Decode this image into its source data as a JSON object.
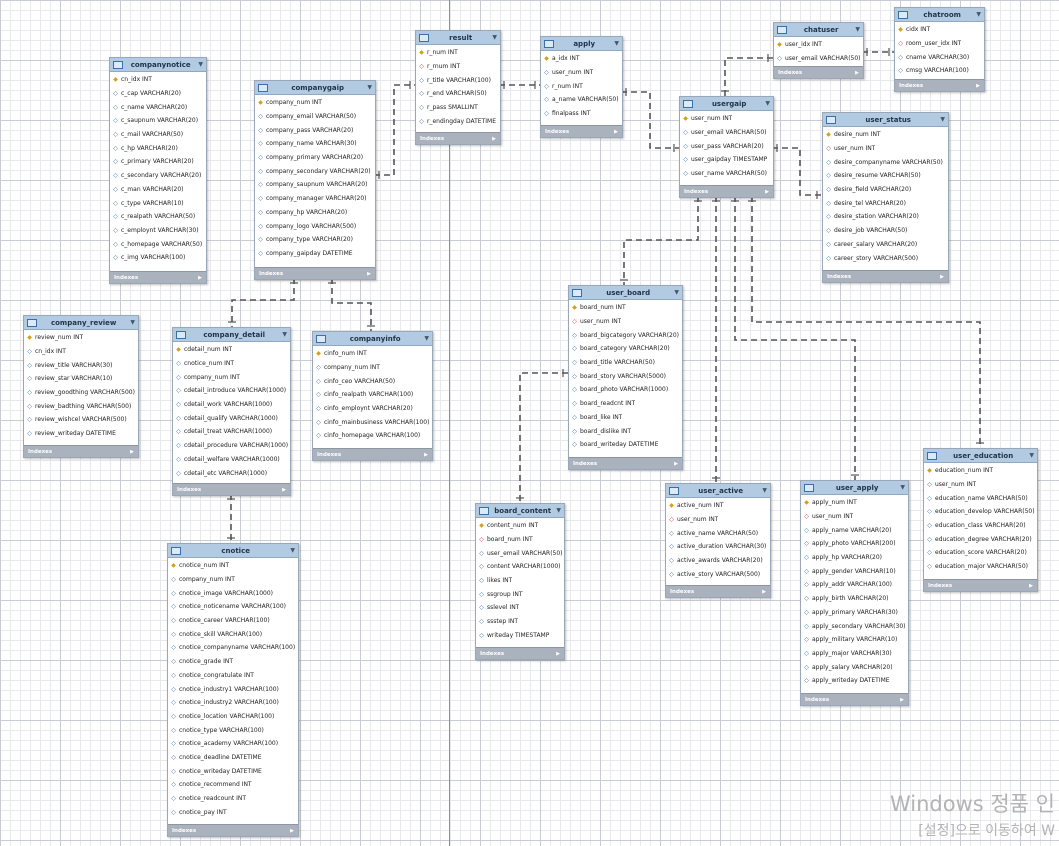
{
  "links_style": {
    "line_color": "#555555",
    "dash": "6,4"
  },
  "watermark": {
    "line1": "Windows 정품 인",
    "line2": "[설정]으로 이동하여 W"
  },
  "tables": [
    {
      "id": "companynotice",
      "name": "companynotice",
      "footer": "Indexes",
      "columns": [
        {
          "kind": "pk",
          "text": "cn_idx INT"
        },
        {
          "kind": "nn",
          "text": "c_cap VARCHAR(20)"
        },
        {
          "kind": "nn",
          "text": "c_name VARCHAR(20)"
        },
        {
          "kind": "nn",
          "text": "c_saupnum VARCHAR(20)"
        },
        {
          "kind": "nn",
          "text": "c_mail VARCHAR(50)"
        },
        {
          "kind": "nn",
          "text": "c_hp VARCHAR(20)"
        },
        {
          "kind": "nn",
          "text": "c_primary VARCHAR(20)"
        },
        {
          "kind": "nn",
          "text": "c_secondary VARCHAR(20)"
        },
        {
          "kind": "nn",
          "text": "c_man VARCHAR(20)"
        },
        {
          "kind": "nn",
          "text": "c_type VARCHAR(10)"
        },
        {
          "kind": "nn",
          "text": "c_realpath VARCHAR(50)"
        },
        {
          "kind": "nn",
          "text": "c_employnt VARCHAR(30)"
        },
        {
          "kind": "nn",
          "text": "c_homepage VARCHAR(50)"
        },
        {
          "kind": "nn",
          "text": "c_img VARCHAR(100)"
        }
      ]
    },
    {
      "id": "companygaip",
      "name": "companygaip",
      "footer": "Indexes",
      "columns": [
        {
          "kind": "pk",
          "text": "company_num INT"
        },
        {
          "kind": "nn",
          "text": "company_email VARCHAR(50)"
        },
        {
          "kind": "nn",
          "text": "company_pass VARCHAR(20)"
        },
        {
          "kind": "nn",
          "text": "company_name VARCHAR(30)"
        },
        {
          "kind": "nn",
          "text": "company_primary VARCHAR(20)"
        },
        {
          "kind": "nn",
          "text": "company_secondary VARCHAR(20)"
        },
        {
          "kind": "nn",
          "text": "company_saupnum VARCHAR(20)"
        },
        {
          "kind": "nn",
          "text": "company_manager VARCHAR(20)"
        },
        {
          "kind": "nn",
          "text": "company_hp VARCHAR(20)"
        },
        {
          "kind": "nn",
          "text": "company_logo VARCHAR(500)"
        },
        {
          "kind": "nn",
          "text": "company_type VARCHAR(20)"
        },
        {
          "kind": "nn",
          "text": "company_gaipday DATETIME"
        }
      ]
    },
    {
      "id": "result",
      "name": "result",
      "footer": "Indexes",
      "columns": [
        {
          "kind": "pk",
          "text": "r_num INT"
        },
        {
          "kind": "fk",
          "text": "r_rnum INT"
        },
        {
          "kind": "nn",
          "text": "r_title VARCHAR(100)"
        },
        {
          "kind": "nn",
          "text": "r_end VARCHAR(50)"
        },
        {
          "kind": "nn",
          "text": "r_pass SMALLINT"
        },
        {
          "kind": "nn",
          "text": "r_endingday DATETIME"
        }
      ]
    },
    {
      "id": "apply",
      "name": "apply",
      "footer": "Indexes",
      "columns": [
        {
          "kind": "pk",
          "text": "a_idx INT"
        },
        {
          "kind": "nn",
          "text": "user_num INT"
        },
        {
          "kind": "nn",
          "text": "r_num INT"
        },
        {
          "kind": "nn",
          "text": "a_name VARCHAR(50)"
        },
        {
          "kind": "nn",
          "text": "finalpass INT"
        }
      ]
    },
    {
      "id": "chatuser",
      "name": "chatuser",
      "footer": "Indexes",
      "columns": [
        {
          "kind": "pk",
          "text": "user_idx INT"
        },
        {
          "kind": "nn",
          "text": "user_email VARCHAR(50)"
        }
      ]
    },
    {
      "id": "chatroom",
      "name": "chatroom",
      "footer": "Indexes",
      "columns": [
        {
          "kind": "pk",
          "text": "cidx INT"
        },
        {
          "kind": "fk",
          "text": "room_user_idx INT"
        },
        {
          "kind": "nn",
          "text": "cname VARCHAR(30)"
        },
        {
          "kind": "nn",
          "text": "cmsg VARCHAR(100)"
        }
      ]
    },
    {
      "id": "usergaip",
      "name": "usergaip",
      "footer": "Indexes",
      "columns": [
        {
          "kind": "pk",
          "text": "user_num INT"
        },
        {
          "kind": "nn",
          "text": "user_email VARCHAR(50)"
        },
        {
          "kind": "nn",
          "text": "user_pass VARCHAR(20)"
        },
        {
          "kind": "nn",
          "text": "user_gaipday TIMESTAMP"
        },
        {
          "kind": "nn",
          "text": "user_name VARCHAR(50)"
        }
      ]
    },
    {
      "id": "user_status",
      "name": "user_status",
      "footer": "Indexes",
      "columns": [
        {
          "kind": "pk",
          "text": "desire_num INT"
        },
        {
          "kind": "fk",
          "text": "user_num INT"
        },
        {
          "kind": "nn",
          "text": "desire_companyname VARCHAR(50)"
        },
        {
          "kind": "nn",
          "text": "desire_resume VARCHAR(50)"
        },
        {
          "kind": "nn",
          "text": "desire_field VARCHAR(20)"
        },
        {
          "kind": "nn",
          "text": "desire_tel VARCHAR(20)"
        },
        {
          "kind": "nn",
          "text": "desire_station VARCHAR(20)"
        },
        {
          "kind": "nn",
          "text": "desire_job VARCHAR(50)"
        },
        {
          "kind": "nn",
          "text": "career_salary VARCHAR(20)"
        },
        {
          "kind": "nn",
          "text": "career_story VARCHAR(500)"
        }
      ]
    },
    {
      "id": "company_review",
      "name": "company_review",
      "footer": "Indexes",
      "columns": [
        {
          "kind": "pk",
          "text": "review_num INT"
        },
        {
          "kind": "nn",
          "text": "cn_idx INT"
        },
        {
          "kind": "nn",
          "text": "review_title VARCHAR(30)"
        },
        {
          "kind": "nn",
          "text": "review_star VARCHAR(10)"
        },
        {
          "kind": "nn",
          "text": "review_goodthing VARCHAR(500)"
        },
        {
          "kind": "nn",
          "text": "review_badthing VARCHAR(500)"
        },
        {
          "kind": "nn",
          "text": "review_wishcel VARCHAR(500)"
        },
        {
          "kind": "nn",
          "text": "review_writeday DATETIME"
        }
      ]
    },
    {
      "id": "company_detail",
      "name": "company_detail",
      "footer": "Indexes",
      "columns": [
        {
          "kind": "pk",
          "text": "cdetail_num INT"
        },
        {
          "kind": "nn",
          "text": "cnotice_num INT"
        },
        {
          "kind": "nn",
          "text": "company_num INT"
        },
        {
          "kind": "nn",
          "text": "cdetail_introduce VARCHAR(1000)"
        },
        {
          "kind": "nn",
          "text": "cdetail_work VARCHAR(1000)"
        },
        {
          "kind": "nn",
          "text": "cdetail_qualify VARCHAR(1000)"
        },
        {
          "kind": "nn",
          "text": "cdetail_treat VARCHAR(1000)"
        },
        {
          "kind": "nn",
          "text": "cdetail_procedure VARCHAR(1000)"
        },
        {
          "kind": "nn",
          "text": "cdetail_welfare VARCHAR(1000)"
        },
        {
          "kind": "nn",
          "text": "cdetail_etc VARCHAR(1000)"
        }
      ]
    },
    {
      "id": "companyinfo",
      "name": "companyinfo",
      "footer": "Indexes",
      "columns": [
        {
          "kind": "pk",
          "text": "cinfo_num INT"
        },
        {
          "kind": "nn",
          "text": "company_num INT"
        },
        {
          "kind": "nn",
          "text": "cinfo_ceo VARCHAR(50)"
        },
        {
          "kind": "nn",
          "text": "cinfo_realpath VARCHAR(100)"
        },
        {
          "kind": "nn",
          "text": "cinfo_employnt VARCHAR(20)"
        },
        {
          "kind": "nn",
          "text": "cinfo_mainbusiness VARCHAR(100)"
        },
        {
          "kind": "nn",
          "text": "cinfo_homepage VARCHAR(100)"
        }
      ]
    },
    {
      "id": "user_board",
      "name": "user_board",
      "footer": "Indexes",
      "columns": [
        {
          "kind": "pk",
          "text": "board_num INT"
        },
        {
          "kind": "fk",
          "text": "user_num INT"
        },
        {
          "kind": "nn",
          "text": "board_bigcategory VARCHAR(20)"
        },
        {
          "kind": "nn",
          "text": "board_category VARCHAR(20)"
        },
        {
          "kind": "nn",
          "text": "board_title VARCHAR(50)"
        },
        {
          "kind": "nn",
          "text": "board_story VARCHAR(5000)"
        },
        {
          "kind": "nn",
          "text": "board_photo VARCHAR(1000)"
        },
        {
          "kind": "nn",
          "text": "board_readcnt INT"
        },
        {
          "kind": "nn",
          "text": "board_like INT"
        },
        {
          "kind": "nn",
          "text": "board_dislike INT"
        },
        {
          "kind": "nn",
          "text": "board_writeday DATETIME"
        }
      ]
    },
    {
      "id": "board_content",
      "name": "board_content",
      "footer": "Indexes",
      "columns": [
        {
          "kind": "pk",
          "text": "content_num INT"
        },
        {
          "kind": "fk",
          "text": "board_num INT"
        },
        {
          "kind": "nn",
          "text": "user_email VARCHAR(50)"
        },
        {
          "kind": "nn",
          "text": "content VARCHAR(1000)"
        },
        {
          "kind": "nn",
          "text": "likes INT"
        },
        {
          "kind": "nn",
          "text": "ssgroup INT"
        },
        {
          "kind": "nn",
          "text": "sslevel INT"
        },
        {
          "kind": "nn",
          "text": "ssstep INT"
        },
        {
          "kind": "nn",
          "text": "writeday TIMESTAMP"
        }
      ]
    },
    {
      "id": "user_active",
      "name": "user_active",
      "footer": "Indexes",
      "columns": [
        {
          "kind": "pk",
          "text": "active_num INT"
        },
        {
          "kind": "fk",
          "text": "user_num INT"
        },
        {
          "kind": "nn",
          "text": "active_name VARCHAR(50)"
        },
        {
          "kind": "nn",
          "text": "active_duration VARCHAR(30)"
        },
        {
          "kind": "nn",
          "text": "active_awards VARCHAR(20)"
        },
        {
          "kind": "nn",
          "text": "active_story VARCHAR(500)"
        }
      ]
    },
    {
      "id": "user_apply",
      "name": "user_apply",
      "footer": "Indexes",
      "columns": [
        {
          "kind": "pk",
          "text": "apply_num INT"
        },
        {
          "kind": "fk",
          "text": "user_num INT"
        },
        {
          "kind": "nn",
          "text": "apply_name VARCHAR(20)"
        },
        {
          "kind": "nn",
          "text": "apply_photo VARCHAR(200)"
        },
        {
          "kind": "nn",
          "text": "apply_hp VARCHAR(20)"
        },
        {
          "kind": "nn",
          "text": "apply_gender VARCHAR(10)"
        },
        {
          "kind": "nn",
          "text": "apply_addr VARCHAR(100)"
        },
        {
          "kind": "nn",
          "text": "apply_birth VARCHAR(20)"
        },
        {
          "kind": "nn",
          "text": "apply_primary VARCHAR(30)"
        },
        {
          "kind": "nn",
          "text": "apply_secondary VARCHAR(30)"
        },
        {
          "kind": "nn",
          "text": "apply_military VARCHAR(10)"
        },
        {
          "kind": "nn",
          "text": "apply_major VARCHAR(30)"
        },
        {
          "kind": "nn",
          "text": "apply_salary VARCHAR(20)"
        },
        {
          "kind": "nn",
          "text": "apply_writeday DATETIME"
        }
      ]
    },
    {
      "id": "user_education",
      "name": "user_education",
      "footer": "Indexes",
      "columns": [
        {
          "kind": "pk",
          "text": "education_num INT"
        },
        {
          "kind": "fk",
          "text": "user_num INT"
        },
        {
          "kind": "nn",
          "text": "education_name VARCHAR(50)"
        },
        {
          "kind": "nn",
          "text": "education_develop VARCHAR(50)"
        },
        {
          "kind": "nn",
          "text": "education_class VARCHAR(20)"
        },
        {
          "kind": "nn",
          "text": "education_degree VARCHAR(20)"
        },
        {
          "kind": "nn",
          "text": "education_score VARCHAR(20)"
        },
        {
          "kind": "nn",
          "text": "education_major VARCHAR(50)"
        }
      ]
    },
    {
      "id": "cnotice",
      "name": "cnotice",
      "footer": "Indexes",
      "columns": [
        {
          "kind": "pk",
          "text": "cnotice_num INT"
        },
        {
          "kind": "nn",
          "text": "company_num INT"
        },
        {
          "kind": "nn",
          "text": "cnotice_image VARCHAR(1000)"
        },
        {
          "kind": "nn",
          "text": "cnotice_noticename VARCHAR(100)"
        },
        {
          "kind": "nn",
          "text": "cnotice_career VARCHAR(100)"
        },
        {
          "kind": "nn",
          "text": "cnotice_skill VARCHAR(100)"
        },
        {
          "kind": "nn",
          "text": "cnotice_companyname VARCHAR(100)"
        },
        {
          "kind": "nn",
          "text": "cnotice_grade INT"
        },
        {
          "kind": "nn",
          "text": "cnotice_congratulate INT"
        },
        {
          "kind": "nn",
          "text": "cnotice_industry1 VARCHAR(100)"
        },
        {
          "kind": "nn",
          "text": "cnotice_industry2 VARCHAR(100)"
        },
        {
          "kind": "nn",
          "text": "cnotice_location VARCHAR(100)"
        },
        {
          "kind": "nn",
          "text": "cnotice_type VARCHAR(100)"
        },
        {
          "kind": "nn",
          "text": "cnotice_academy VARCHAR(100)"
        },
        {
          "kind": "nn",
          "text": "cnotice_deadline DATETIME"
        },
        {
          "kind": "nn",
          "text": "cnotice_writeday DATETIME"
        },
        {
          "kind": "nn",
          "text": "cnotice_recommend INT"
        },
        {
          "kind": "nn",
          "text": "cnotice_readcount INT"
        },
        {
          "kind": "nn",
          "text": "cnotice_pay INT"
        }
      ]
    }
  ]
}
